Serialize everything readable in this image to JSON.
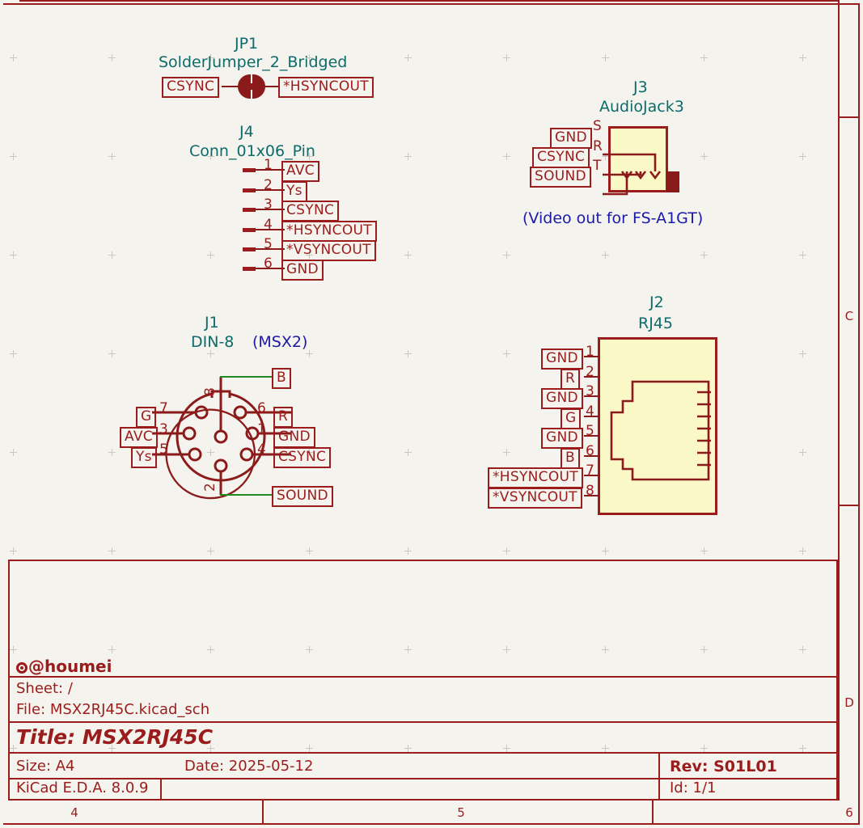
{
  "sheet": {
    "background_color": "#f4f3ed",
    "wire_color": "#8b1a1a",
    "label_color": "#9b1c1c",
    "refdes_color": "#0d6b6b",
    "note_color": "#1a1aa8",
    "body_fill": "#fbf8c8",
    "green_wire_color": "#1f8a1f"
  },
  "frame": {
    "zones_right": [
      "C",
      "D"
    ],
    "zones_bottom": [
      "4",
      "5",
      "6"
    ],
    "corner_zone": "6"
  },
  "components": {
    "jp1": {
      "refdes": "JP1",
      "value": "SolderJumper_2_Bridged",
      "labels": {
        "left": "CSYNC",
        "right": "*HSYNCOUT"
      }
    },
    "j4": {
      "refdes": "J4",
      "value": "Conn_01x06_Pin",
      "pins": [
        {
          "number": "1",
          "net": "AVC"
        },
        {
          "number": "2",
          "net": "Ys"
        },
        {
          "number": "3",
          "net": "CSYNC"
        },
        {
          "number": "4",
          "net": "*HSYNCOUT"
        },
        {
          "number": "5",
          "net": "*VSYNCOUT"
        },
        {
          "number": "6",
          "net": "GND"
        }
      ]
    },
    "j3": {
      "refdes": "J3",
      "value": "AudioJack3",
      "note": "(Video out for FS-A1GT)",
      "pins": [
        {
          "number": "S",
          "net": "GND"
        },
        {
          "number": "R",
          "net": "CSYNC"
        },
        {
          "number": "T",
          "net": "SOUND"
        }
      ]
    },
    "j1": {
      "refdes": "J1",
      "value": "DIN-8",
      "note": "(MSX2)",
      "pins": [
        {
          "number": "8",
          "net": "B"
        },
        {
          "number": "7",
          "net": "G"
        },
        {
          "number": "3",
          "net": "AVC"
        },
        {
          "number": "5",
          "net": "Ys"
        },
        {
          "number": "6",
          "net": "R"
        },
        {
          "number": "1",
          "net": "GND"
        },
        {
          "number": "4",
          "net": "CSYNC"
        },
        {
          "number": "2",
          "net": "SOUND"
        }
      ]
    },
    "j2": {
      "refdes": "J2",
      "value": "RJ45",
      "pins": [
        {
          "number": "1",
          "net": "GND"
        },
        {
          "number": "2",
          "net": "R"
        },
        {
          "number": "3",
          "net": "GND"
        },
        {
          "number": "4",
          "net": "G"
        },
        {
          "number": "5",
          "net": "GND"
        },
        {
          "number": "6",
          "net": "B"
        },
        {
          "number": "7",
          "net": "*HSYNCOUT"
        },
        {
          "number": "8",
          "net": "*VSYNCOUT"
        }
      ]
    }
  },
  "title_block": {
    "company": "@houmei",
    "sheet": "Sheet: /",
    "file": "File: MSX2RJ45C.kicad_sch",
    "title": "Title: MSX2RJ45C",
    "size": "Size: A4",
    "date": "Date: 2025-05-12",
    "tool": "KiCad E.D.A. 8.0.9",
    "rev": "Rev: S01L01",
    "id": "Id: 1/1"
  }
}
